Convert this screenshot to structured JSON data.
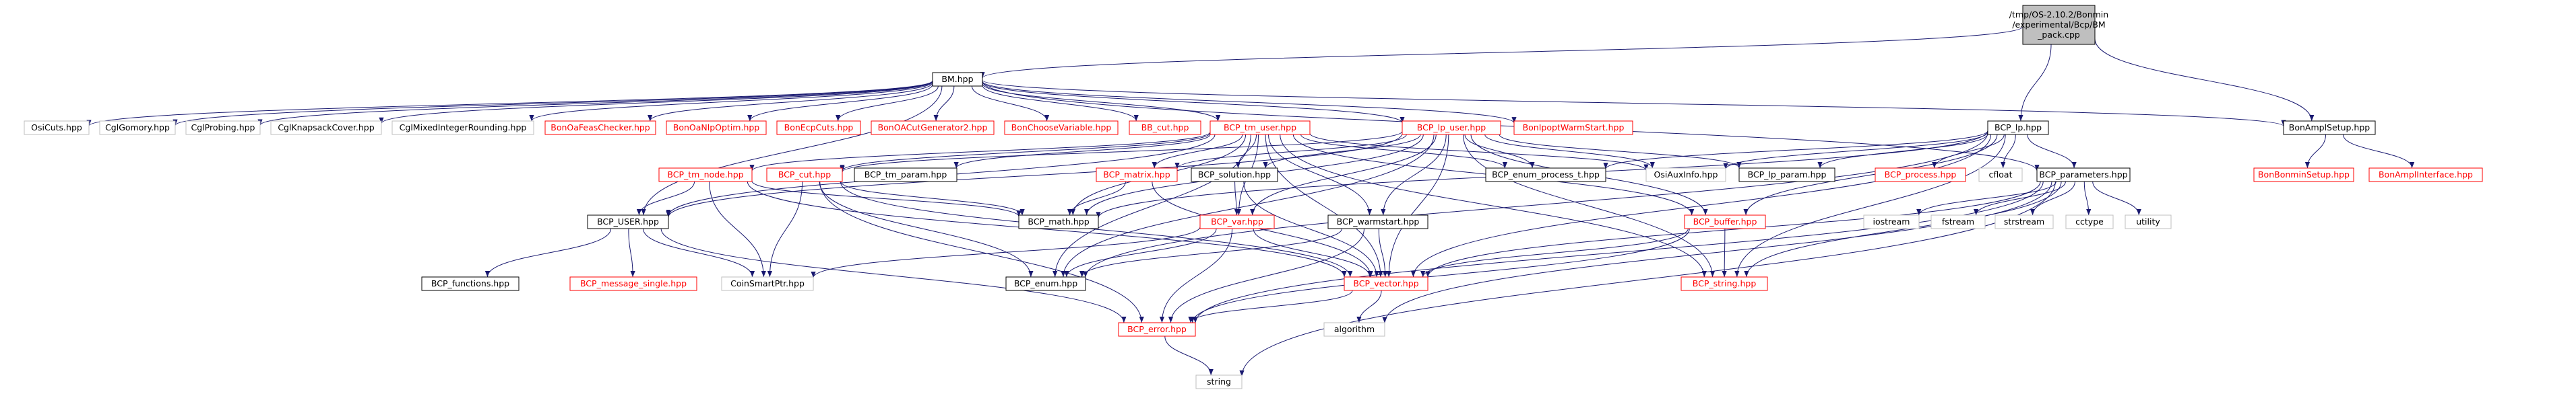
{
  "colors": {
    "edge": "#191970",
    "root_fill": "#bfbfbf",
    "documented_border": "#000000",
    "undocumented_border": "#ff0000",
    "system_border": "#bfbfbf"
  },
  "nodes": [
    {
      "id": "root",
      "label": [
        "/tmp/OS-2.10.2/Bonmin",
        "/experimental/Bcp/BM",
        "_pack.cpp"
      ],
      "kind": "root"
    },
    {
      "id": "bm_hpp",
      "label": [
        "BM.hpp"
      ],
      "kind": "documented"
    },
    {
      "id": "osicuts",
      "label": [
        "OsiCuts.hpp"
      ],
      "kind": "system"
    },
    {
      "id": "cglgomory",
      "label": [
        "CglGomory.hpp"
      ],
      "kind": "system"
    },
    {
      "id": "cglprobing",
      "label": [
        "CglProbing.hpp"
      ],
      "kind": "system"
    },
    {
      "id": "cglknapsack",
      "label": [
        "CglKnapsackCover.hpp"
      ],
      "kind": "system"
    },
    {
      "id": "cglmixed",
      "label": [
        "CglMixedIntegerRounding.hpp"
      ],
      "kind": "system"
    },
    {
      "id": "bonoafeas",
      "label": [
        "BonOaFeasChecker.hpp"
      ],
      "kind": "undocumented"
    },
    {
      "id": "bonoanlp",
      "label": [
        "BonOaNlpOptim.hpp"
      ],
      "kind": "undocumented"
    },
    {
      "id": "bonecp",
      "label": [
        "BonEcpCuts.hpp"
      ],
      "kind": "undocumented"
    },
    {
      "id": "bonoacut",
      "label": [
        "BonOACutGenerator2.hpp"
      ],
      "kind": "undocumented"
    },
    {
      "id": "bonchoose",
      "label": [
        "BonChooseVariable.hpp"
      ],
      "kind": "undocumented"
    },
    {
      "id": "bbcut",
      "label": [
        "BB_cut.hpp"
      ],
      "kind": "undocumented"
    },
    {
      "id": "tmuser",
      "label": [
        "BCP_tm_user.hpp"
      ],
      "kind": "undocumented"
    },
    {
      "id": "lpuser",
      "label": [
        "BCP_lp_user.hpp"
      ],
      "kind": "undocumented"
    },
    {
      "id": "bonipopt",
      "label": [
        "BonIpoptWarmStart.hpp"
      ],
      "kind": "undocumented"
    },
    {
      "id": "bcplp",
      "label": [
        "BCP_lp.hpp"
      ],
      "kind": "documented"
    },
    {
      "id": "bonampl",
      "label": [
        "BonAmplSetup.hpp"
      ],
      "kind": "documented"
    },
    {
      "id": "tmnode",
      "label": [
        "BCP_tm_node.hpp"
      ],
      "kind": "undocumented"
    },
    {
      "id": "cut",
      "label": [
        "BCP_cut.hpp"
      ],
      "kind": "undocumented"
    },
    {
      "id": "tmparam",
      "label": [
        "BCP_tm_param.hpp"
      ],
      "kind": "documented"
    },
    {
      "id": "matrix",
      "label": [
        "BCP_matrix.hpp"
      ],
      "kind": "undocumented"
    },
    {
      "id": "solution",
      "label": [
        "BCP_solution.hpp"
      ],
      "kind": "documented"
    },
    {
      "id": "enumproc",
      "label": [
        "BCP_enum_process_t.hpp"
      ],
      "kind": "documented"
    },
    {
      "id": "osiaux",
      "label": [
        "OsiAuxInfo.hpp"
      ],
      "kind": "system"
    },
    {
      "id": "lpparam",
      "label": [
        "BCP_lp_param.hpp"
      ],
      "kind": "documented"
    },
    {
      "id": "process",
      "label": [
        "BCP_process.hpp"
      ],
      "kind": "undocumented"
    },
    {
      "id": "cfloat",
      "label": [
        "cfloat"
      ],
      "kind": "system"
    },
    {
      "id": "params",
      "label": [
        "BCP_parameters.hpp"
      ],
      "kind": "documented"
    },
    {
      "id": "bonminsetup",
      "label": [
        "BonBonminSetup.hpp"
      ],
      "kind": "undocumented"
    },
    {
      "id": "amplinterface",
      "label": [
        "BonAmplInterface.hpp"
      ],
      "kind": "undocumented"
    },
    {
      "id": "user",
      "label": [
        "BCP_USER.hpp"
      ],
      "kind": "documented"
    },
    {
      "id": "mathh",
      "label": [
        "BCP_math.hpp"
      ],
      "kind": "documented"
    },
    {
      "id": "var",
      "label": [
        "BCP_var.hpp"
      ],
      "kind": "undocumented"
    },
    {
      "id": "warmstart",
      "label": [
        "BCP_warmstart.hpp"
      ],
      "kind": "documented"
    },
    {
      "id": "buffer",
      "label": [
        "BCP_buffer.hpp"
      ],
      "kind": "undocumented"
    },
    {
      "id": "iostream",
      "label": [
        "iostream"
      ],
      "kind": "system"
    },
    {
      "id": "fstream",
      "label": [
        "fstream"
      ],
      "kind": "system"
    },
    {
      "id": "strstream",
      "label": [
        "strstream"
      ],
      "kind": "system"
    },
    {
      "id": "cctype",
      "label": [
        "cctype"
      ],
      "kind": "system"
    },
    {
      "id": "utility",
      "label": [
        "utility"
      ],
      "kind": "system"
    },
    {
      "id": "functions",
      "label": [
        "BCP_functions.hpp"
      ],
      "kind": "documented"
    },
    {
      "id": "msgsingle",
      "label": [
        "BCP_message_single.hpp"
      ],
      "kind": "undocumented"
    },
    {
      "id": "coinsmart",
      "label": [
        "CoinSmartPtr.hpp"
      ],
      "kind": "system"
    },
    {
      "id": "enumh",
      "label": [
        "BCP_enum.hpp"
      ],
      "kind": "documented"
    },
    {
      "id": "vector",
      "label": [
        "BCP_vector.hpp"
      ],
      "kind": "undocumented"
    },
    {
      "id": "stringh",
      "label": [
        "BCP_string.hpp"
      ],
      "kind": "undocumented"
    },
    {
      "id": "error",
      "label": [
        "BCP_error.hpp"
      ],
      "kind": "undocumented"
    },
    {
      "id": "algorithm",
      "label": [
        "algorithm"
      ],
      "kind": "system"
    },
    {
      "id": "string",
      "label": [
        "string"
      ],
      "kind": "system"
    }
  ],
  "edges": [
    [
      "root",
      "bm_hpp"
    ],
    [
      "root",
      "bcplp"
    ],
    [
      "root",
      "bonampl"
    ],
    [
      "bm_hpp",
      "osicuts"
    ],
    [
      "bm_hpp",
      "cglgomory"
    ],
    [
      "bm_hpp",
      "cglprobing"
    ],
    [
      "bm_hpp",
      "cglknapsack"
    ],
    [
      "bm_hpp",
      "cglmixed"
    ],
    [
      "bm_hpp",
      "bonoafeas"
    ],
    [
      "bm_hpp",
      "bonoanlp"
    ],
    [
      "bm_hpp",
      "bonecp"
    ],
    [
      "bm_hpp",
      "bonoacut"
    ],
    [
      "bm_hpp",
      "bonchoose"
    ],
    [
      "bm_hpp",
      "bbcut"
    ],
    [
      "bm_hpp",
      "tmuser"
    ],
    [
      "bm_hpp",
      "lpuser"
    ],
    [
      "bm_hpp",
      "bonipopt"
    ],
    [
      "bm_hpp",
      "user"
    ],
    [
      "bm_hpp",
      "params"
    ],
    [
      "bm_hpp",
      "bonampl"
    ],
    [
      "tmuser",
      "user"
    ],
    [
      "tmuser",
      "tmnode"
    ],
    [
      "tmuser",
      "cut"
    ],
    [
      "tmuser",
      "tmparam"
    ],
    [
      "tmuser",
      "matrix"
    ],
    [
      "tmuser",
      "solution"
    ],
    [
      "tmuser",
      "enumproc"
    ],
    [
      "tmuser",
      "osiaux"
    ],
    [
      "tmuser",
      "mathh"
    ],
    [
      "tmuser",
      "var"
    ],
    [
      "tmuser",
      "warmstart"
    ],
    [
      "tmuser",
      "buffer"
    ],
    [
      "tmuser",
      "vector"
    ],
    [
      "tmuser",
      "stringh"
    ],
    [
      "tmuser",
      "enumh"
    ],
    [
      "lpuser",
      "user"
    ],
    [
      "lpuser",
      "cut"
    ],
    [
      "lpuser",
      "matrix"
    ],
    [
      "lpuser",
      "solution"
    ],
    [
      "lpuser",
      "enumproc"
    ],
    [
      "lpuser",
      "osiaux"
    ],
    [
      "lpuser",
      "lpparam"
    ],
    [
      "lpuser",
      "mathh"
    ],
    [
      "lpuser",
      "var"
    ],
    [
      "lpuser",
      "warmstart"
    ],
    [
      "lpuser",
      "buffer"
    ],
    [
      "lpuser",
      "vector"
    ],
    [
      "lpuser",
      "stringh"
    ],
    [
      "lpuser",
      "enumh"
    ],
    [
      "bcplp",
      "enumproc"
    ],
    [
      "bcplp",
      "osiaux"
    ],
    [
      "bcplp",
      "lpparam"
    ],
    [
      "bcplp",
      "process"
    ],
    [
      "bcplp",
      "cfloat"
    ],
    [
      "bcplp",
      "params"
    ],
    [
      "bcplp",
      "mathh"
    ],
    [
      "bcplp",
      "buffer"
    ],
    [
      "bcplp",
      "vector"
    ],
    [
      "bcplp",
      "stringh"
    ],
    [
      "bcplp",
      "enumh"
    ],
    [
      "bonampl",
      "bonminsetup"
    ],
    [
      "bonampl",
      "amplinterface"
    ],
    [
      "tmnode",
      "user"
    ],
    [
      "tmnode",
      "mathh"
    ],
    [
      "tmnode",
      "coinsmart"
    ],
    [
      "tmnode",
      "vector"
    ],
    [
      "cut",
      "mathh"
    ],
    [
      "cut",
      "coinsmart"
    ],
    [
      "cut",
      "enumh"
    ],
    [
      "cut",
      "vector"
    ],
    [
      "cut",
      "error"
    ],
    [
      "matrix",
      "mathh"
    ],
    [
      "matrix",
      "vector"
    ],
    [
      "solution",
      "var"
    ],
    [
      "solution",
      "vector"
    ],
    [
      "var",
      "coinsmart"
    ],
    [
      "var",
      "enumh"
    ],
    [
      "var",
      "vector"
    ],
    [
      "var",
      "error"
    ],
    [
      "warmstart",
      "enumh"
    ],
    [
      "warmstart",
      "vector"
    ],
    [
      "warmstart",
      "error"
    ],
    [
      "buffer",
      "vector"
    ],
    [
      "buffer",
      "stringh"
    ],
    [
      "buffer",
      "error"
    ],
    [
      "params",
      "iostream"
    ],
    [
      "params",
      "fstream"
    ],
    [
      "params",
      "strstream"
    ],
    [
      "params",
      "cctype"
    ],
    [
      "params",
      "utility"
    ],
    [
      "params",
      "vector"
    ],
    [
      "params",
      "stringh"
    ],
    [
      "params",
      "error"
    ],
    [
      "params",
      "algorithm"
    ],
    [
      "params",
      "string"
    ],
    [
      "user",
      "functions"
    ],
    [
      "user",
      "msgsingle"
    ],
    [
      "user",
      "coinsmart"
    ],
    [
      "user",
      "error"
    ],
    [
      "vector",
      "error"
    ],
    [
      "vector",
      "algorithm"
    ],
    [
      "error",
      "string"
    ]
  ]
}
